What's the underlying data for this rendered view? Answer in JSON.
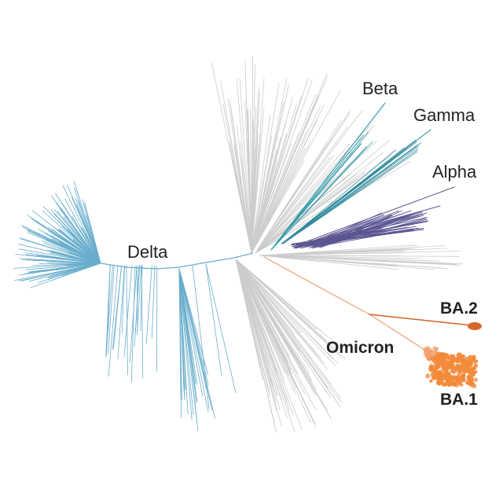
{
  "labels": {
    "delta": "Delta",
    "beta": "Beta",
    "gamma": "Gamma",
    "alpha": "Alpha",
    "omicron": "Omicron",
    "ba2": "BA.2",
    "ba1": "BA.1"
  },
  "colors": {
    "delta": "#6aaecc",
    "gray": "#cccccc",
    "beta": "#2f9aa8",
    "gamma": "#2e8a9c",
    "alpha": "#5b5590",
    "omicron": "#f0a070",
    "ba1": "#f28a3a",
    "ba2": "#d4662a"
  }
}
